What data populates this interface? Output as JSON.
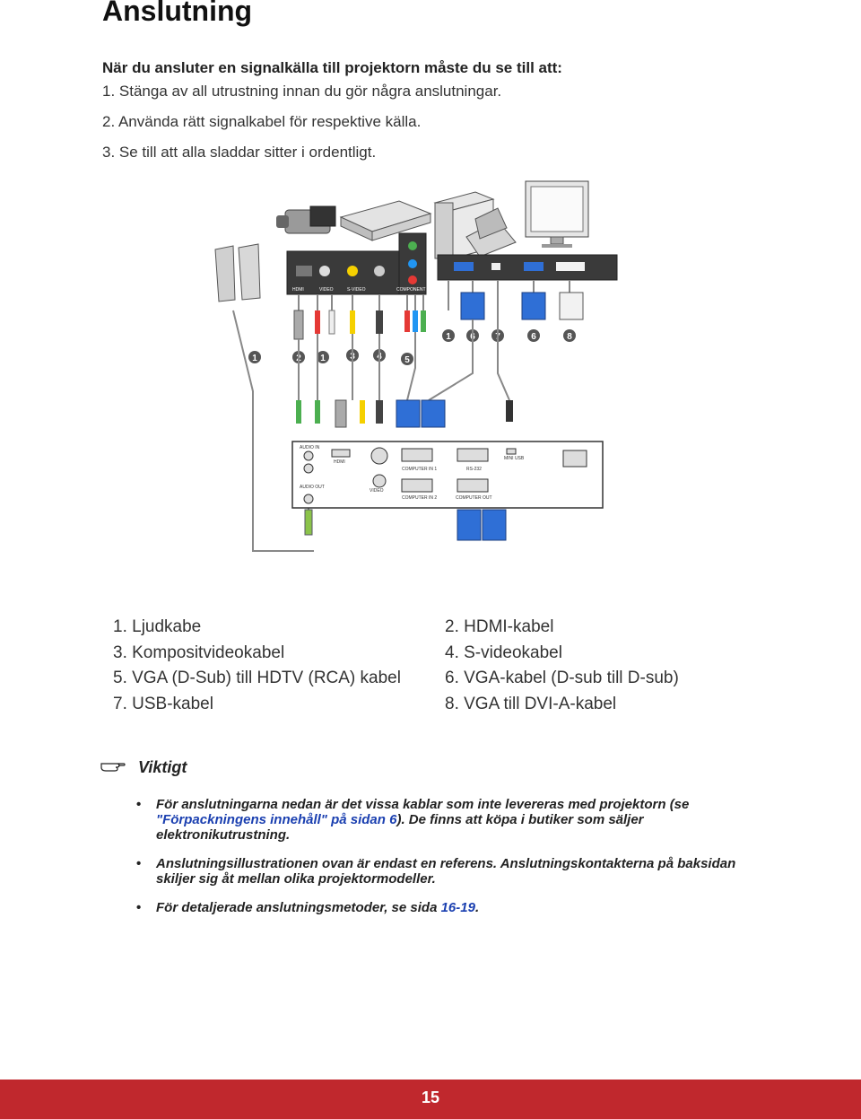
{
  "page": {
    "title": "Anslutning",
    "intro": "När du ansluter en signalkälla till projektorn måste du se till att:",
    "steps": [
      "1.  Stänga av all utrustning innan du gör några anslutningar.",
      "2.  Använda rätt signalkabel för respektive källa.",
      "3.  Se till att alla sladdar sitter i ordentligt."
    ]
  },
  "diagram": {
    "source_ports": [
      "HDMI",
      "VIDEO",
      "S-VIDEO",
      "COMPONENT"
    ],
    "projector_ports": [
      "AUDIO IN",
      "HDMI",
      "COMPUTER IN 1",
      "RS-232",
      "MINI USB",
      "AUDIO OUT",
      "VIDEO",
      "COMPUTER IN 2",
      "COMPUTER OUT"
    ],
    "markers": [
      "1",
      "2",
      "1",
      "3",
      "4",
      "5",
      "1",
      "6",
      "7",
      "6",
      "8"
    ]
  },
  "legend": [
    [
      "1. Ljudkabe",
      "2. HDMI-kabel"
    ],
    [
      "3. Kompositvideokabel",
      "4. S-videokabel"
    ],
    [
      "5. VGA (D-Sub) till HDTV (RCA) kabel",
      "6. VGA-kabel (D-sub till D-sub)"
    ],
    [
      "7. USB-kabel",
      "8. VGA till DVI-A-kabel"
    ]
  ],
  "note": {
    "heading": "Viktigt",
    "bullet1_a": "För anslutningarna nedan är det vissa kablar som inte levereras med projektorn (se ",
    "bullet1_link": "\"Förpackningens innehåll\" på sidan 6",
    "bullet1_b": "). De finns att köpa i butiker som säljer elektronikutrustning.",
    "bullet2": "Anslutningsillustrationen ovan är endast en referens. Anslutningskontakterna på baksidan skiljer sig åt mellan olika projektormodeller.",
    "bullet3_a": "För detaljerade anslutningsmetoder, se sida ",
    "bullet3_link": "16-19",
    "bullet3_b": "."
  },
  "footer": {
    "page_number": "15",
    "color": "#c0282d"
  }
}
